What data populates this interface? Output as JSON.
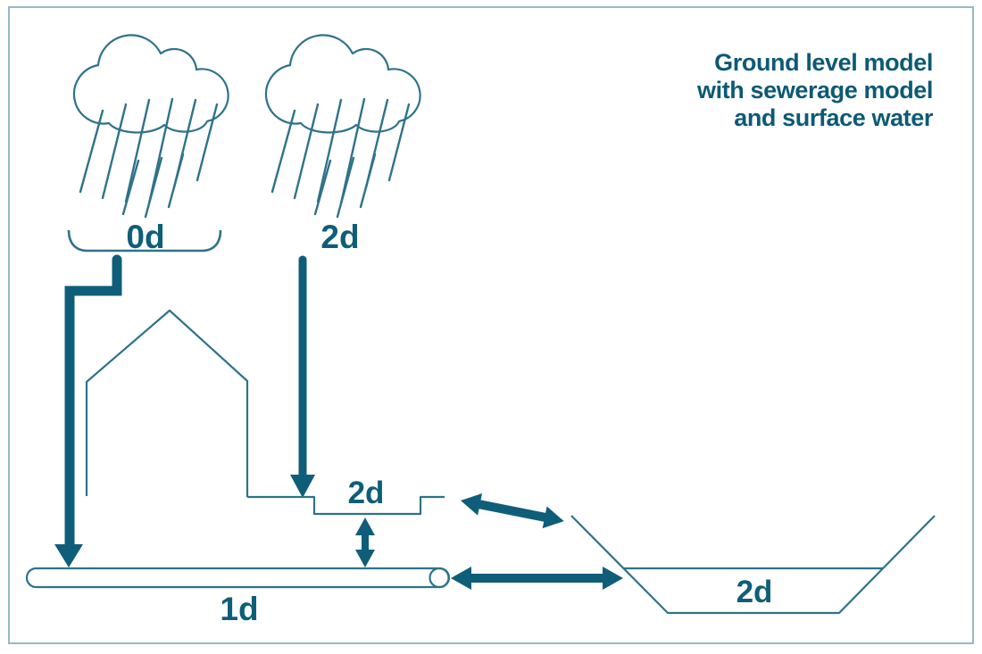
{
  "title": {
    "line1": "Ground level model",
    "line2": "with sewerage model",
    "line3": "and surface water"
  },
  "labels": {
    "roof_rain": "0d",
    "direct_rain": "2d",
    "surface_depression": "2d",
    "sewer_pipe": "1d",
    "river_channel": "2d"
  },
  "icons": {
    "cloud_left": "rain-cloud-icon",
    "cloud_right": "rain-cloud-icon"
  },
  "colors": {
    "outline": "#2e7389",
    "accent": "#0f5e79",
    "title": "#0c5a75",
    "frame": "#96b9c6",
    "background": "#ffffff"
  }
}
